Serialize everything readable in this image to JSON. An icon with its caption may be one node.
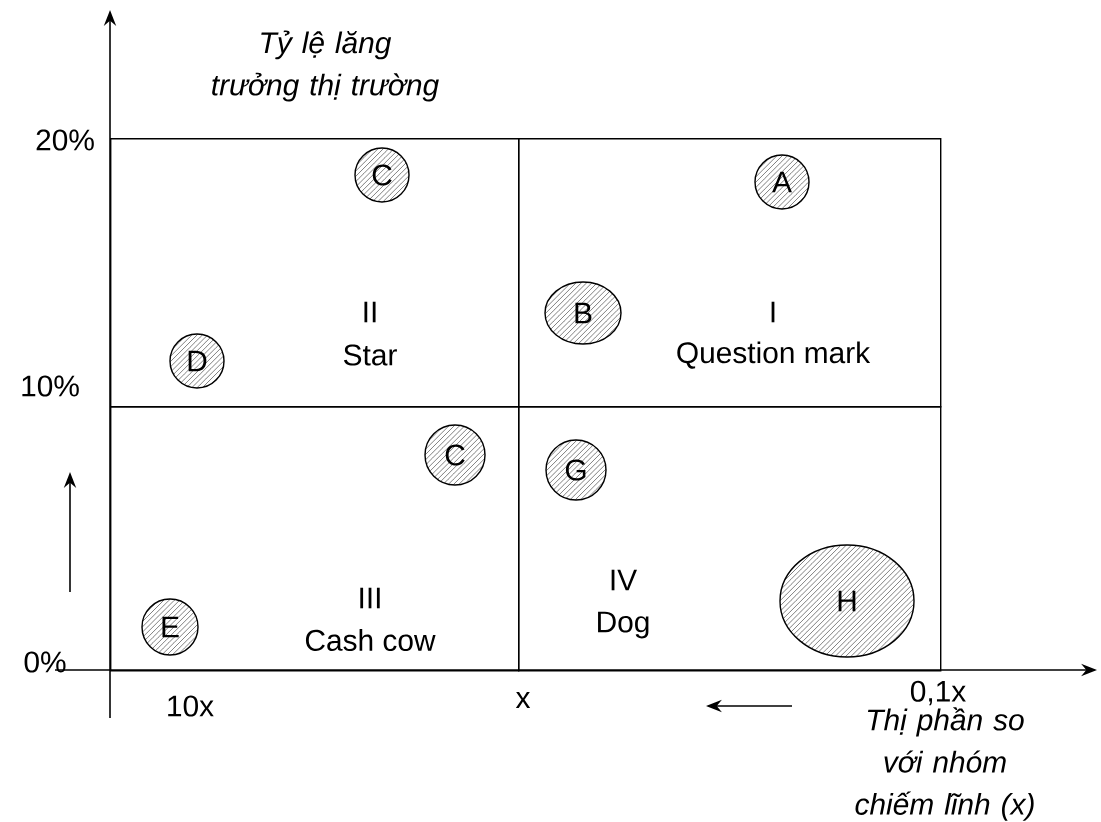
{
  "diagram": {
    "nodes": [
      {
        "text": [
          "II",
          "Star"
        ]
      },
      {
        "text": [
          "C"
        ],
        "in": 0
      },
      {
        "text": [
          "D"
        ],
        "in": 0
      },
      {
        "text": [
          "I",
          "Question mark"
        ]
      },
      {
        "text": [
          "A"
        ],
        "in": 3
      },
      {
        "text": [
          "B"
        ],
        "in": 3
      },
      {
        "text": [
          "III",
          "Cash cow"
        ]
      },
      {
        "text": [
          "C"
        ],
        "in": 6
      },
      {
        "text": [
          "E"
        ],
        "in": 6
      },
      {
        "text": [
          "IV",
          "Dog"
        ]
      },
      {
        "text": [
          "G"
        ],
        "in": 9
      },
      {
        "text": [
          "H"
        ],
        "in": 9
      }
    ],
    "labels": [
      "Tỷ lệ lăng trưởng thị trường",
      "20%",
      "10%",
      "0%",
      "10x",
      "x",
      "0,1x",
      "Thị phần so với nhóm chiếm lĩnh (x)"
    ]
  }
}
